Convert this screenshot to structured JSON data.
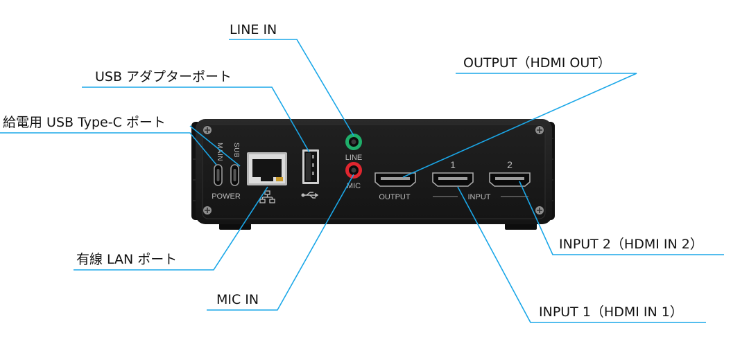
{
  "callouts": {
    "line_in": "LINE IN",
    "usb_adapter_port": "USB アダプターポート",
    "power_usb_c_port": "給電用 USB Type-C ポート",
    "wired_lan_port": "有線 LAN ポート",
    "mic_in": "MIC IN",
    "output_hdmi_out": "OUTPUT（HDMI OUT）",
    "input2_hdmi_in2": "INPUT 2（HDMI IN 2）",
    "input1_hdmi_in1": "INPUT 1（HDMI IN 1）"
  },
  "device": {
    "label_main": "MAIN",
    "label_sub": "SUB",
    "label_power": "POWER",
    "label_line": "LINE",
    "label_mic": "MIC",
    "label_output": "OUTPUT",
    "label_input": "INPUT",
    "label_input1": "1",
    "label_input2": "2"
  },
  "colors": {
    "leader_line": "#1aa7e8",
    "body": "#1c1c1c",
    "line_jack": "#1fae6a",
    "mic_jack": "#e0262f"
  },
  "icons": {
    "lan": "network-icon",
    "usb": "usb-trident-icon"
  }
}
